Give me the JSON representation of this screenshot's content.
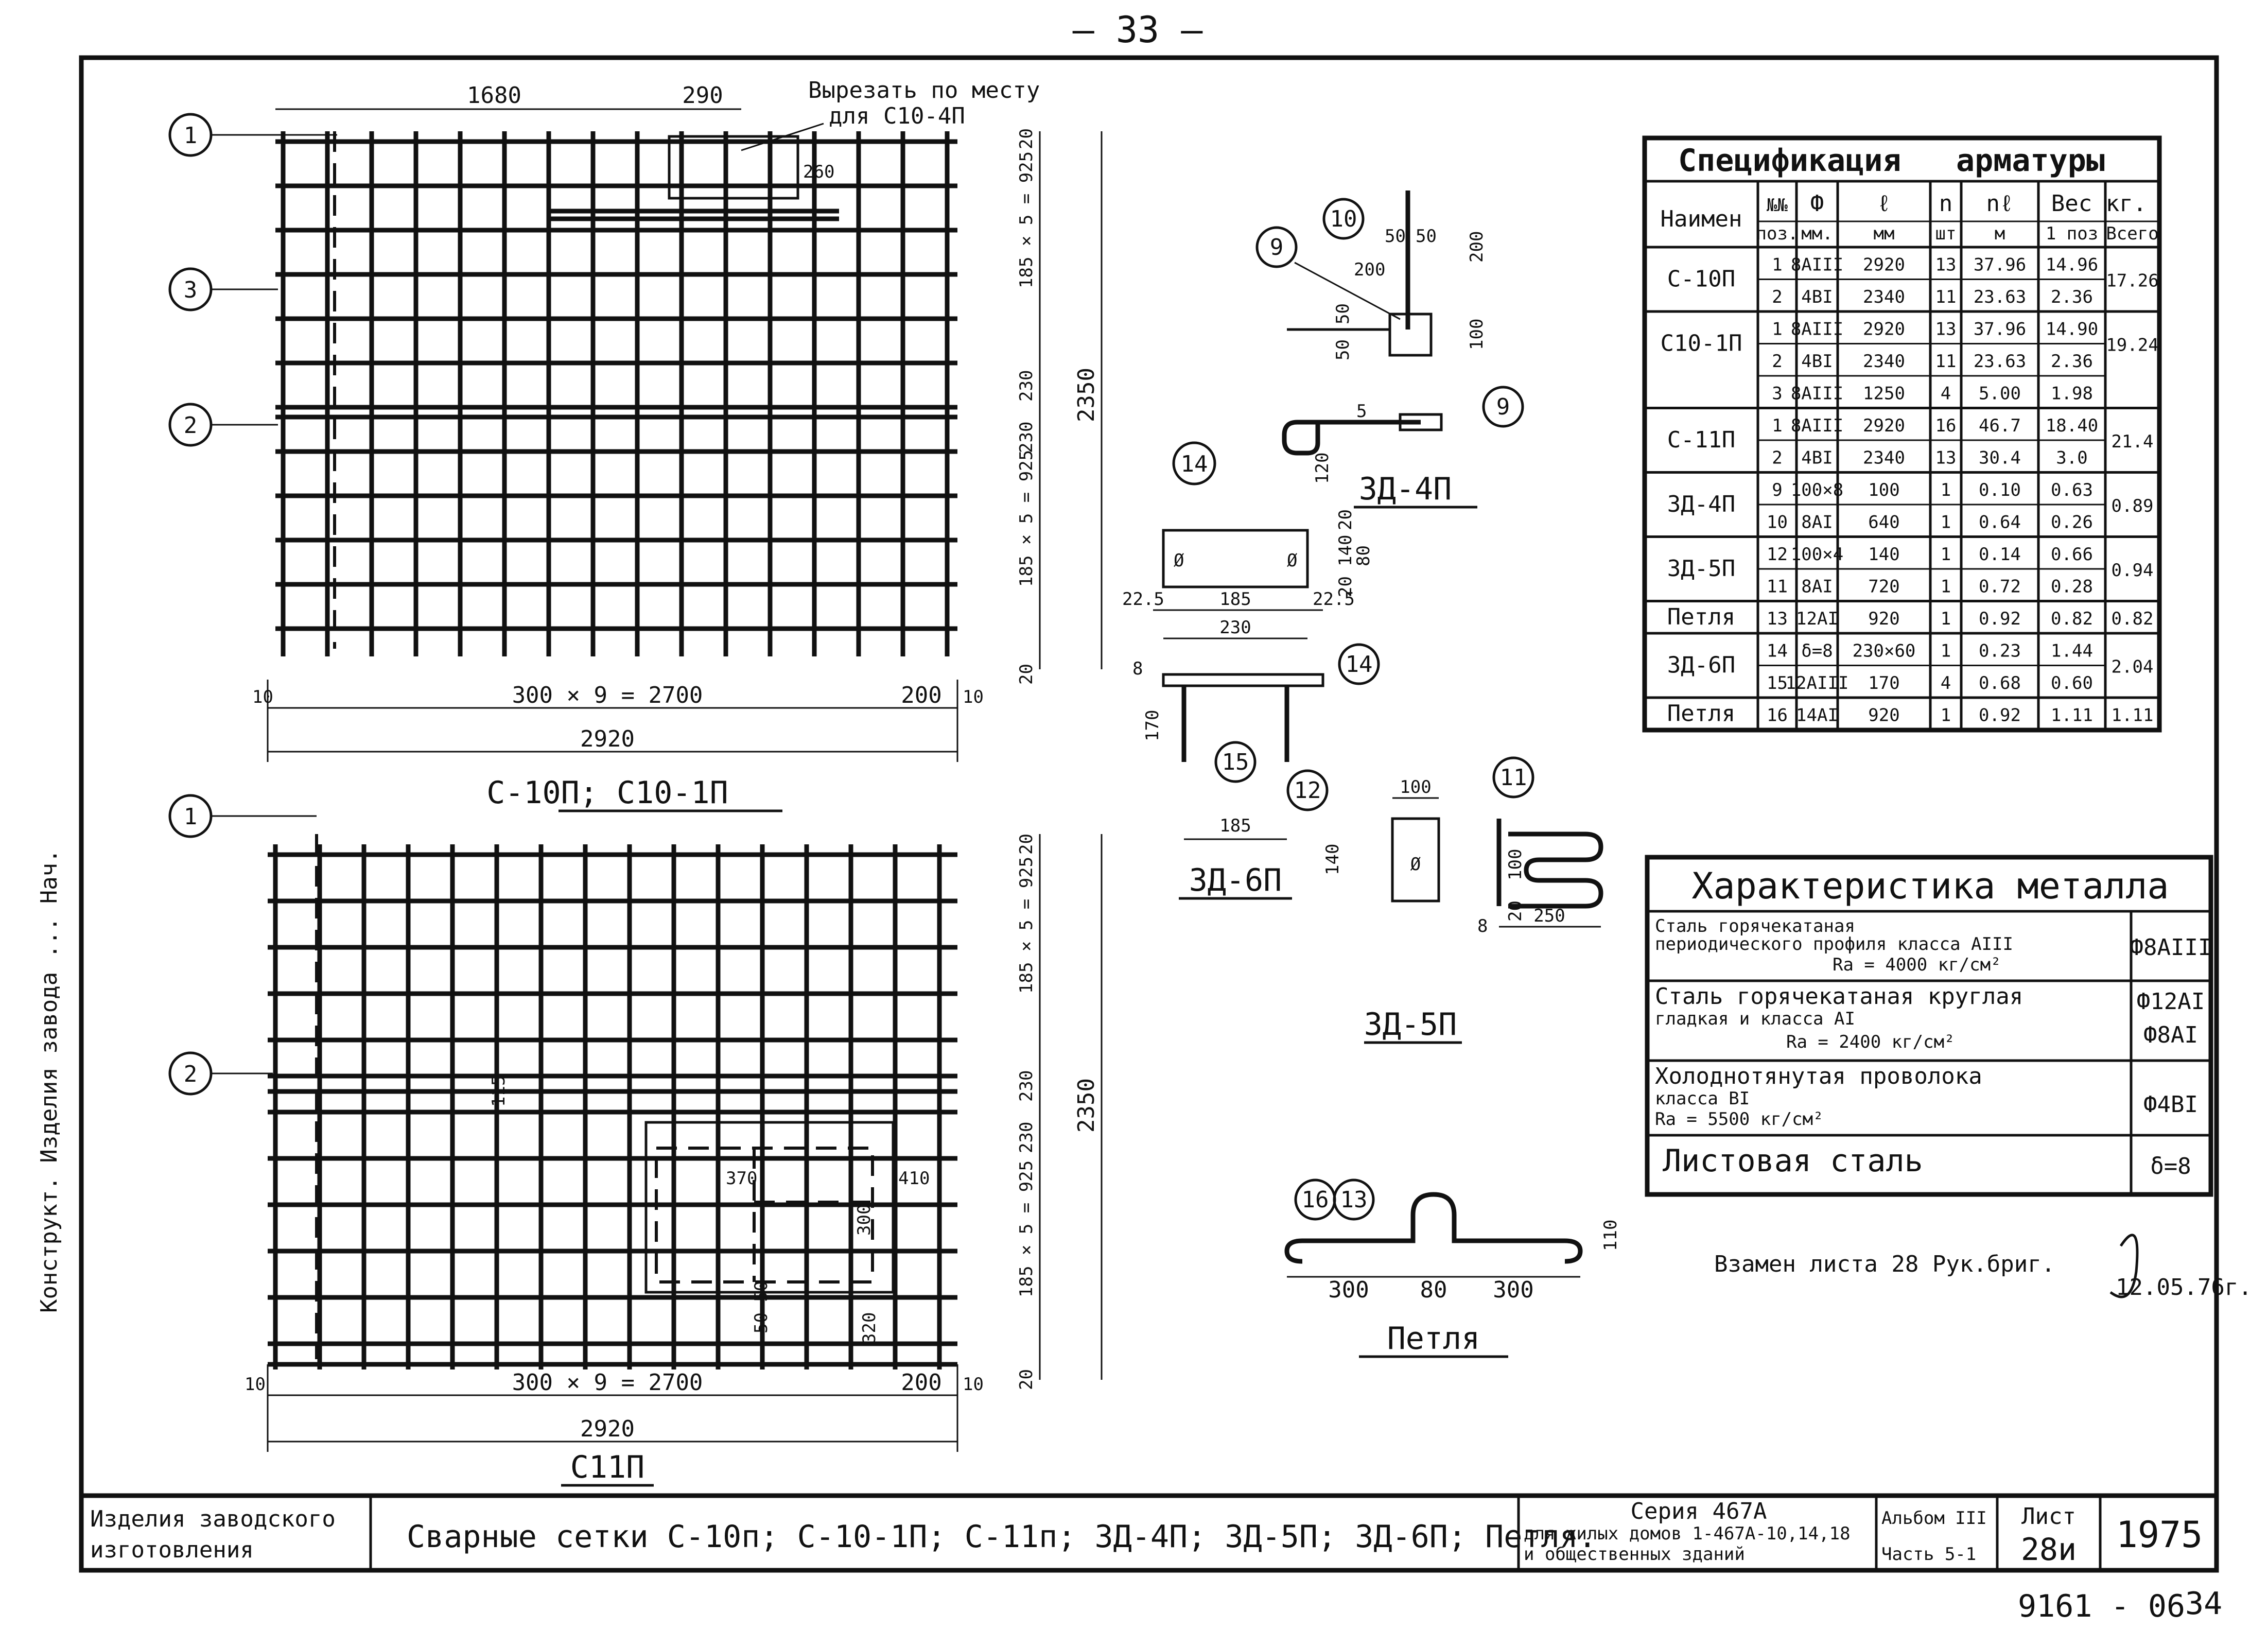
{
  "page": {
    "number_top": "— 33 —",
    "doc_number": "9161 - 06",
    "sheet_no_corner": "34"
  },
  "grid_top": {
    "dim_1680": "1680",
    "dim_290": "290",
    "dim_260": "260",
    "cut_note_1": "Вырезать по месту",
    "cut_note_2": "для С10-4П",
    "dim_bottom_chain": "300 × 9 = 2700",
    "dim_10_left": "10",
    "dim_200": "200",
    "dim_10_right": "10",
    "dim_total": "2920",
    "title": "С-10П; С10-1П",
    "vdim_20_top": "20",
    "vdim_925_top": "185 × 5 = 925",
    "vdim_230_a": "230",
    "vdim_230_b": "230",
    "vdim_925_bot": "185 × 5 = 925",
    "vdim_20_bot": "20",
    "vdim_2350": "2350"
  },
  "grid_bottom": {
    "dim_115": "115",
    "dim_370": "370",
    "dim_410": "410",
    "dim_300": "300",
    "dim_5050": "50 50",
    "dim_320": "320",
    "dim_bottom_chain": "300 × 9 = 2700",
    "dim_10_left": "10",
    "dim_200": "200",
    "dim_10_right": "10",
    "dim_total": "2920",
    "title": "С11П",
    "vdim_20_top": "20",
    "vdim_925_top": "185 × 5 = 925",
    "vdim_230_a": "230",
    "vdim_230_b": "230",
    "vdim_925_bot": "185 × 5 = 925",
    "vdim_20_bot": "20",
    "vdim_2350": "2350"
  },
  "callouts": {
    "c1": "1",
    "c2": "2",
    "c3": "3",
    "c9": "9",
    "c10": "10",
    "c11": "11",
    "c12": "12",
    "c13": "13",
    "c14": "14",
    "c15": "15",
    "c16": "16"
  },
  "details": {
    "zd4p": {
      "title": "ЗД-4П",
      "d200": "200",
      "d50a": "50",
      "d50b": "50",
      "d200v": "200",
      "d100": "100",
      "d50c": "50",
      "d50d": "50",
      "d5": "5",
      "d120": "120"
    },
    "plate14": {
      "d225l": "22.5",
      "d185": "185",
      "d225r": "22.5",
      "d230": "230",
      "d20a": "20",
      "d140": "140",
      "d80": "80",
      "d20b": "20"
    },
    "zd6p": {
      "title": "ЗД-6П",
      "d170": "170",
      "d185": "185",
      "d8": "8"
    },
    "zd5p": {
      "title": "ЗД-5П",
      "d100": "100",
      "d140": "140",
      "d100v": "100",
      "d20": "20",
      "d250": "250",
      "d8": "8"
    },
    "loop": {
      "title": "Петля",
      "d300a": "300",
      "d80": "80",
      "d300b": "300",
      "d110": "110"
    }
  },
  "spec": {
    "title_a": "Спецификация",
    "title_b": "арматуры",
    "h_name": "Наимен",
    "h_pos_a": "№№",
    "h_pos_b": "поз.",
    "h_dia_a": "Ф",
    "h_dia_b": "мм.",
    "h_len_a": "ℓ",
    "h_len_b": "мм",
    "h_n_a": "n",
    "h_n_b": "шт",
    "h_nl_a": "nℓ",
    "h_nl_b": "м",
    "h_weight": "Вес кг.",
    "h_w1": "1 поз",
    "h_wall": "Всего",
    "rows": [
      [
        "С-10П",
        "1",
        "8АIII",
        "2920",
        "13",
        "37.96",
        "14.96",
        "17.26"
      ],
      [
        "",
        "2",
        "4ВI",
        "2340",
        "11",
        "23.63",
        "2.36",
        ""
      ],
      [
        "С10-1П",
        "1",
        "8АIII",
        "2920",
        "13",
        "37.96",
        "14.90",
        "19.24"
      ],
      [
        "",
        "2",
        "4ВI",
        "2340",
        "11",
        "23.63",
        "2.36",
        ""
      ],
      [
        "",
        "3",
        "8АIII",
        "1250",
        "4",
        "5.00",
        "1.98",
        ""
      ],
      [
        "С-11П",
        "1",
        "8АIII",
        "2920",
        "16",
        "46.7",
        "18.40",
        "21.4"
      ],
      [
        "",
        "2",
        "4ВI",
        "2340",
        "13",
        "30.4",
        "3.0",
        ""
      ],
      [
        "ЗД-4П",
        "9",
        "100×8",
        "100",
        "1",
        "0.10",
        "0.63",
        "0.89"
      ],
      [
        "",
        "10",
        "8АI",
        "640",
        "1",
        "0.64",
        "0.26",
        ""
      ],
      [
        "ЗД-5П",
        "12",
        "100×4",
        "140",
        "1",
        "0.14",
        "0.66",
        "0.94"
      ],
      [
        "",
        "11",
        "8АI",
        "720",
        "1",
        "0.72",
        "0.28",
        ""
      ],
      [
        "Петля",
        "13",
        "12АI",
        "920",
        "1",
        "0.92",
        "0.82",
        "0.82"
      ],
      [
        "ЗД-6П",
        "14",
        "δ=8",
        "230×60",
        "1",
        "0.23",
        "1.44",
        "2.04"
      ],
      [
        "",
        "15",
        "12АIII",
        "170",
        "4",
        "0.68",
        "0.60",
        ""
      ],
      [
        "Петля",
        "16",
        "14АI",
        "920",
        "1",
        "0.92",
        "1.11",
        "1.11"
      ]
    ]
  },
  "metal": {
    "title": "Характеристика металла",
    "r1_a": "Сталь горячекатаная",
    "r1_b": "периодического профиля класса АIII",
    "r1_c": "Rа = 4000 кг/см²",
    "r1_d": "Ф8АIII",
    "r2_a": "Сталь горячекатаная круглая",
    "r2_b": "гладкая и класса АI",
    "r2_c": "Rа = 2400 кг/см²",
    "r2_d1": "Ф12АI",
    "r2_d2": "Ф8АI",
    "r3_a": "Холоднотянутая проволока",
    "r3_b": "класса ВI",
    "r3_c": "Rа = 5500 кг/см²",
    "r3_d": "Ф4ВI",
    "r4_a": "Листовая сталь",
    "r4_d": "δ=8"
  },
  "note": {
    "replace": "Взамен листа 28 Рук.бриг.",
    "date": "12.05.76г."
  },
  "side_text": "Конструкт. Изделия завода ... Нач.",
  "stamp": {
    "left_a": "Изделия заводского",
    "left_b": "изготовления",
    "middle": "Сварные сетки С-10п; С-10-1П; С-11п; ЗД-4П; ЗД-5П; ЗД-6П; Петля.",
    "series_a": "Серия 467А",
    "series_b": "для жилых домов 1-467А-10,14,18",
    "series_c": "и общественных зданий",
    "album_a": "Альбом III",
    "album_b": "Часть 5-1",
    "sheet_a": "Лист",
    "sheet_b": "28и",
    "year": "1975"
  }
}
